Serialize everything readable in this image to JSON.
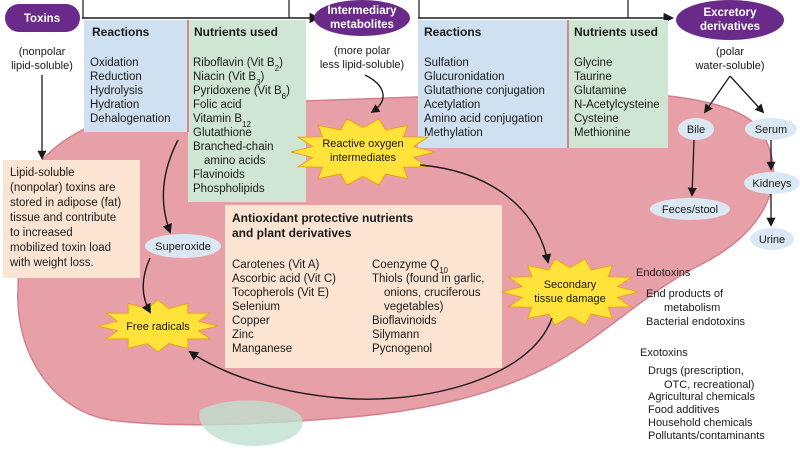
{
  "colors": {
    "purple": "#6a2a8a",
    "liver": "#e8a0a8",
    "liver_dark": "#d4808c",
    "blue_box": "#cfe0f0",
    "green_box": "#cfe6d4",
    "peach_box": "#fbe5d2",
    "burst": "#ffe23a",
    "oval": "#dbe8f4"
  },
  "toxins": {
    "title": "Toxins",
    "note_line1": "(nonpolar",
    "note_line2": "lipid-soluble)"
  },
  "phase1": {
    "reactions_header": "Reactions",
    "reactions": [
      "Oxidation",
      "Reduction",
      "Hydrolysis",
      "Hydration",
      "Dehalogenation"
    ],
    "nutrients_header": "Nutrients used",
    "nutrients": [
      "Riboflavin (Vit B",
      "Niacin (Vit B",
      "Pyridoxene (Vit B",
      "Folic acid",
      "Vitamin B",
      "Glutathione",
      "Branched-chain",
      "amino acids",
      "Flavinoids",
      "Phospholipids"
    ],
    "subscripts": [
      "2",
      "3",
      "6",
      "12"
    ],
    "close_paren": ")"
  },
  "intermediary": {
    "title_line1": "Intermediary",
    "title_line2": "metabolites",
    "note_line1": "(more polar",
    "note_line2": "less lipid-soluble)"
  },
  "phase2": {
    "reactions_header": "Reactions",
    "reactions": [
      "Sulfation",
      "Glucuronidation",
      "Glutathione conjugation",
      "Acetylation",
      "Amino acid conjugation",
      "Methylation"
    ],
    "nutrients_header": "Nutrients used",
    "nutrients": [
      "Glycine",
      "Taurine",
      "Glutamine",
      "N-Acetylcysteine",
      "Cysteine",
      "Methionine"
    ]
  },
  "excretory": {
    "title_line1": "Excretory",
    "title_line2": "derivatives",
    "note_line1": "(polar",
    "note_line2": "water-soluble)",
    "bile": "Bile",
    "serum": "Serum",
    "kidneys": "Kidneys",
    "feces": "Feces/stool",
    "urine": "Urine"
  },
  "bursts": {
    "reactive_line1": "Reactive oxygen",
    "reactive_line2": "intermediates",
    "secondary_line1": "Secondary",
    "secondary_line2": "tissue damage",
    "free_radicals": "Free radicals"
  },
  "superoxide": "Superoxide",
  "lipid_note": [
    "Lipid-soluble",
    "(nonpolar) toxins are",
    "stored in adipose (fat)",
    "tissue and contribute",
    "to increased",
    "mobilized toxin load",
    "with weight loss."
  ],
  "antioxidant": {
    "title_line1": "Antioxidant protective nutrients",
    "title_line2": "and plant derivatives",
    "col1": [
      "Carotenes (Vit A)",
      "Ascorbic acid (Vit C)",
      "Tocopherols (Vit E)",
      "Selenium",
      "Copper",
      "Zinc",
      "Manganese"
    ],
    "col2": [
      "Coenzyme Q",
      "Thiols (found in garlic,",
      "onions, cruciferous",
      "vegetables)",
      "Bioflavinoids",
      "Silymann",
      "Pycnogenol"
    ],
    "coq_sub": "10"
  },
  "endotoxins": {
    "title": "Endotoxins",
    "items": [
      "End products of",
      "metabolism",
      "Bacterial endotoxins"
    ]
  },
  "exotoxins": {
    "title": "Exotoxins",
    "items": [
      "Drugs (prescription,",
      "OTC, recreational)",
      "Agricultural chemicals",
      "Food additives",
      "Household chemicals",
      "Pollutants/contaminants"
    ]
  }
}
